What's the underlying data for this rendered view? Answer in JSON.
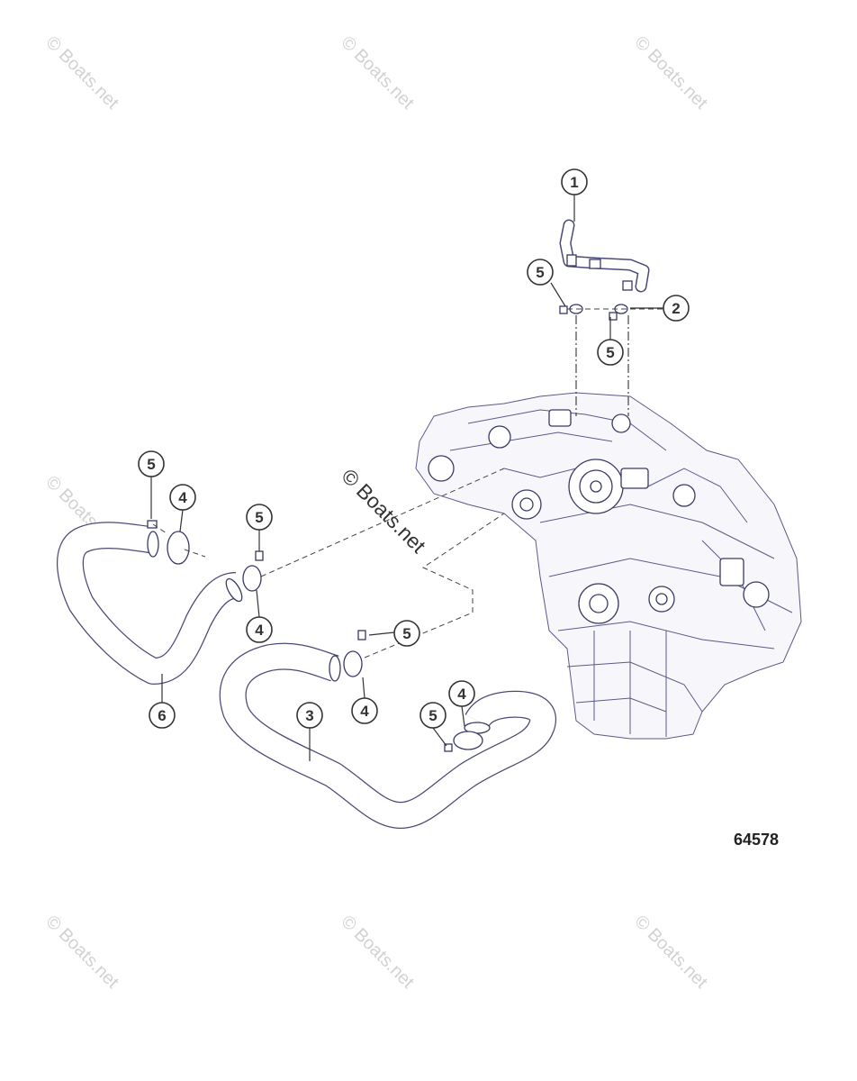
{
  "watermark": {
    "text": "© Boats.net",
    "center_text": "© Boats.net"
  },
  "figure_number": "64578",
  "callouts": {
    "c1": "1",
    "c2": "2",
    "c3": "3",
    "c4a": "4",
    "c4b": "4",
    "c4c": "4",
    "c4d": "4",
    "c5a": "5",
    "c5b": "5",
    "c5c": "5",
    "c5d": "5",
    "c5e": "5",
    "c5f": "5",
    "c6": "6"
  },
  "colors": {
    "line_art": "#4a4a78",
    "callout": "#333333",
    "watermark": "#d2d2d2"
  }
}
